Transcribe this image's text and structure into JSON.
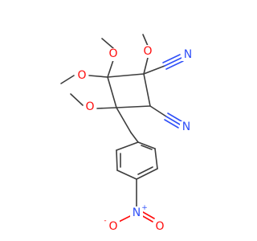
{
  "molecule": {
    "atom_labels": {
      "o_top_left": "O",
      "o_top_right": "O",
      "o_mid_left": "O",
      "o_lower_left": "O",
      "n_nitrile_top": "N",
      "n_nitrile_bottom": "N",
      "n_nitro": "N",
      "o_nitro_left": "O",
      "o_nitro_right": "O"
    },
    "charges": {
      "n_nitro": "+",
      "o_nitro_left": "-"
    },
    "colors": {
      "bond": "#3d3d3d",
      "oxygen": "#ff0d0d",
      "nitrogen": "#3050f8"
    }
  }
}
